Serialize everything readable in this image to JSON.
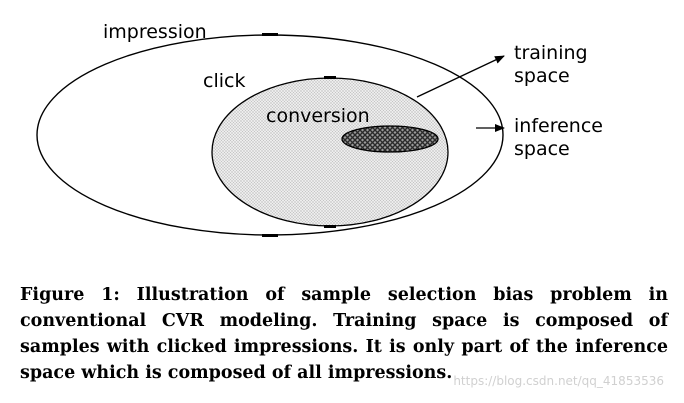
{
  "diagram": {
    "labels": {
      "impression": "impression",
      "click": "click",
      "conversion": "conversion",
      "training_line1": "training",
      "training_line2": "space",
      "inference_line1": "inference",
      "inference_line2": "space"
    },
    "colors": {
      "stroke": "#000000",
      "click_fill": "#e6e6e6",
      "conversion_fill": "#555555",
      "background": "#ffffff"
    }
  },
  "caption": {
    "label": "Figure 1:",
    "text": "Illustration of sample selection bias problem in conventional CVR modeling. Training space is composed of samples with clicked impressions. It is only part of the inference space which is composed of all impressions."
  },
  "watermark": {
    "text": "https://blog.csdn.net/qq_41853536"
  }
}
